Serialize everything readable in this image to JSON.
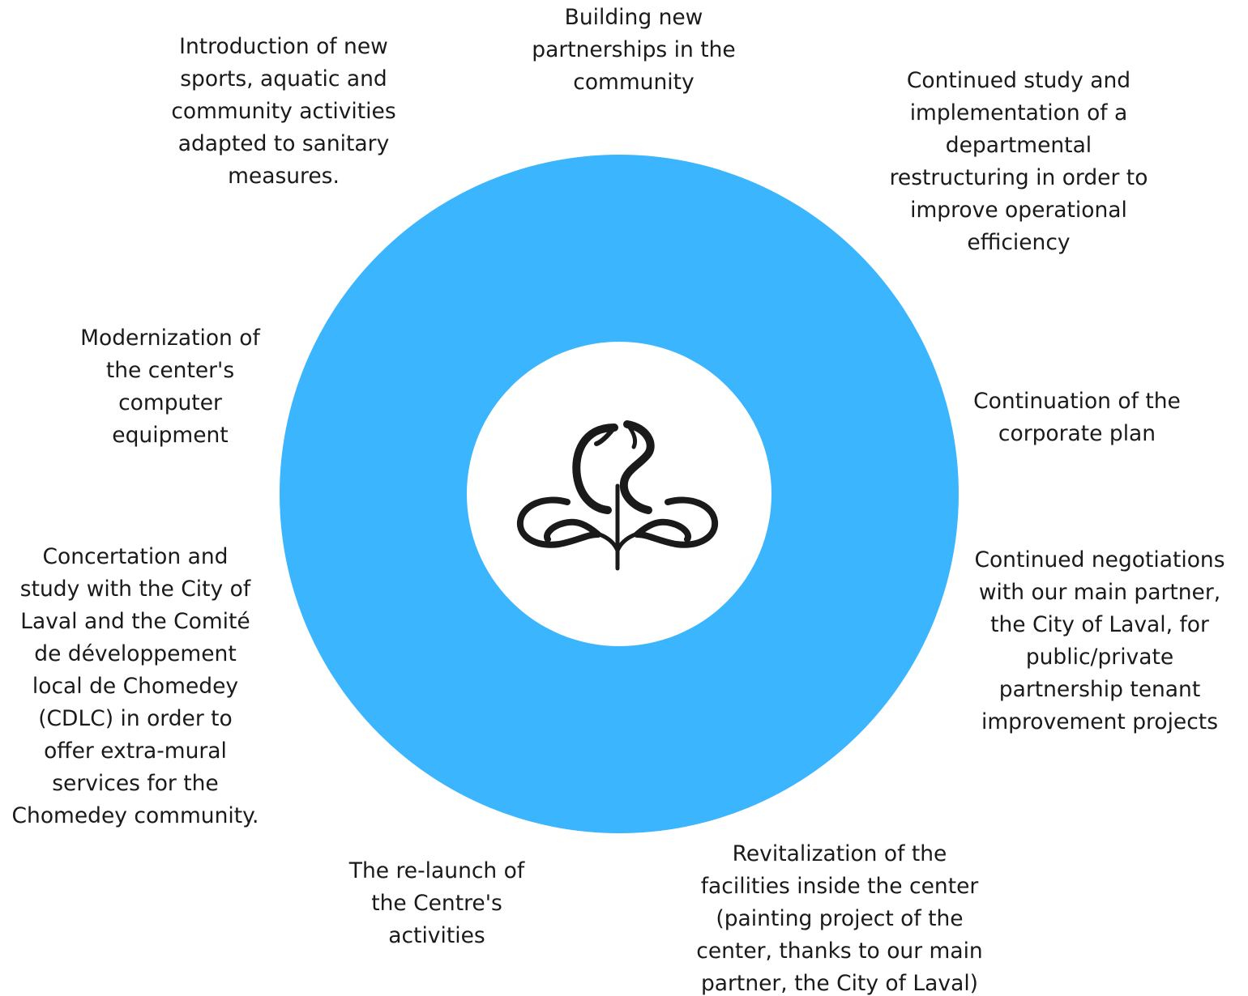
{
  "colors": {
    "ring": "#3bb5fd",
    "center": "#ffffff",
    "logo": "#1a1a1a",
    "text": "#1a1a1a"
  },
  "center_logo": {
    "icon": "cs-fleur-logo-icon",
    "letters": "CS"
  },
  "labels": {
    "partnerships": "Building new\npartnerships in the\ncommunity",
    "activities": "Introduction of new\nsports, aquatic and\ncommunity activities\nadapted to sanitary\nmeasures.",
    "restructuring": "Continued study and\nimplementation of a\ndepartmental\nrestructuring in order to\nimprove operational\nefficiency",
    "computer": "Modernization of\nthe center's\ncomputer\nequipment",
    "corporate": "Continuation of the\ncorporate plan",
    "concertation": "Concertation and\nstudy with the City of\nLaval and the Comité\nde développement\nlocal de Chomedey\n(CDLC) in order to\noffer extra-mural\nservices for the\nChomedey community.",
    "negotiations": "Continued negotiations\nwith our main partner,\nthe City of Laval, for\npublic/private\npartnership tenant\nimprovement projects",
    "relaunch": "The re-launch of\nthe Centre's\nactivities",
    "revitalization": "Revitalization of the\nfacilities inside the center\n(painting project of the\ncenter, thanks to our main\npartner, the City of Laval)"
  }
}
